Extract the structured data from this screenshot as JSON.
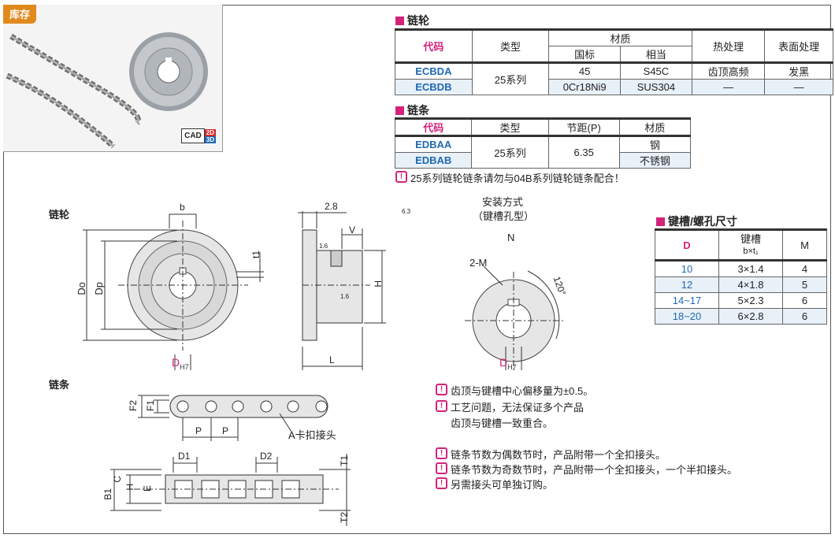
{
  "badge": "库存",
  "cad": {
    "label": "CAD",
    "d2": "2D",
    "d3": "3D"
  },
  "sprocket_table": {
    "title": "链轮",
    "headers": {
      "code": "代码",
      "type": "类型",
      "material": "材质",
      "gb": "国标",
      "equiv": "相当",
      "heat": "热处理",
      "surface": "表面处理"
    },
    "rows": [
      {
        "code": "ECBDA",
        "type": "25系列",
        "gb": "45",
        "equiv": "S45C",
        "heat": "齿顶高频",
        "surface": "发黑"
      },
      {
        "code": "ECBDB",
        "type": "",
        "gb": "0Cr18Ni9",
        "equiv": "SUS304",
        "heat": "—",
        "surface": "—"
      }
    ]
  },
  "chain_table": {
    "title": "链条",
    "headers": {
      "code": "代码",
      "type": "类型",
      "pitch": "节距(P)",
      "material": "材质"
    },
    "rows": [
      {
        "code": "EDBAA",
        "type": "25系列",
        "pitch": "6.35",
        "material": "钢"
      },
      {
        "code": "EDBAB",
        "type": "",
        "pitch": "",
        "material": "不锈钢"
      }
    ]
  },
  "warning_top": "25系列链轮链条请勿与04B系列链轮链条配合！",
  "keyway_table": {
    "title": "键槽/螺孔尺寸",
    "headers": {
      "d": "D",
      "keyway": "键槽",
      "keyway_sub": "b×t₁",
      "m": "M"
    },
    "rows": [
      {
        "d": "10",
        "k": "3×1.4",
        "m": "4"
      },
      {
        "d": "12",
        "k": "4×1.8",
        "m": "5"
      },
      {
        "d": "14~17",
        "k": "5×2.3",
        "m": "6"
      },
      {
        "d": "18~20",
        "k": "6×2.8",
        "m": "6"
      }
    ]
  },
  "drawing": {
    "sprocket_label": "链轮",
    "chain_label": "链条",
    "mount_title": "安装方式",
    "mount_sub": "（键槽孔型）",
    "n": "N",
    "dims": {
      "b": "b",
      "t1": "t1",
      "do": "Do",
      "dp": "Dp",
      "dh7": "D",
      "h7": "H7",
      "w28": "2.8",
      "v": "V",
      "h": "H",
      "l": "L",
      "r16a": "1.6",
      "r16b": "1.6",
      "r63": "6.3",
      "m2": "2-M",
      "ang": "120°",
      "f2": "F2",
      "f1": "F1",
      "p1": "P",
      "p2": "P",
      "akou": "A卡扣接头",
      "d1": "D1",
      "d2": "D2",
      "t1c": "T1",
      "t2c": "T2",
      "b1": "B1",
      "c": "C",
      "hh": "H",
      "e": "E"
    }
  },
  "notes": [
    "齿顶与键槽中心偏移量为±0.5。",
    "工艺问题，无法保证多个产品",
    "齿顶与键槽一致重合。",
    "链条节数为偶数节时，产品附带一个全扣接头。",
    "链条节数为奇数节时，产品附带一个全扣接头，一个半扣接头。",
    "另需接头可单独订购。"
  ],
  "colors": {
    "accent": "#d4237a",
    "code_blue": "#1f69b4",
    "badge": "#e08a1e"
  }
}
